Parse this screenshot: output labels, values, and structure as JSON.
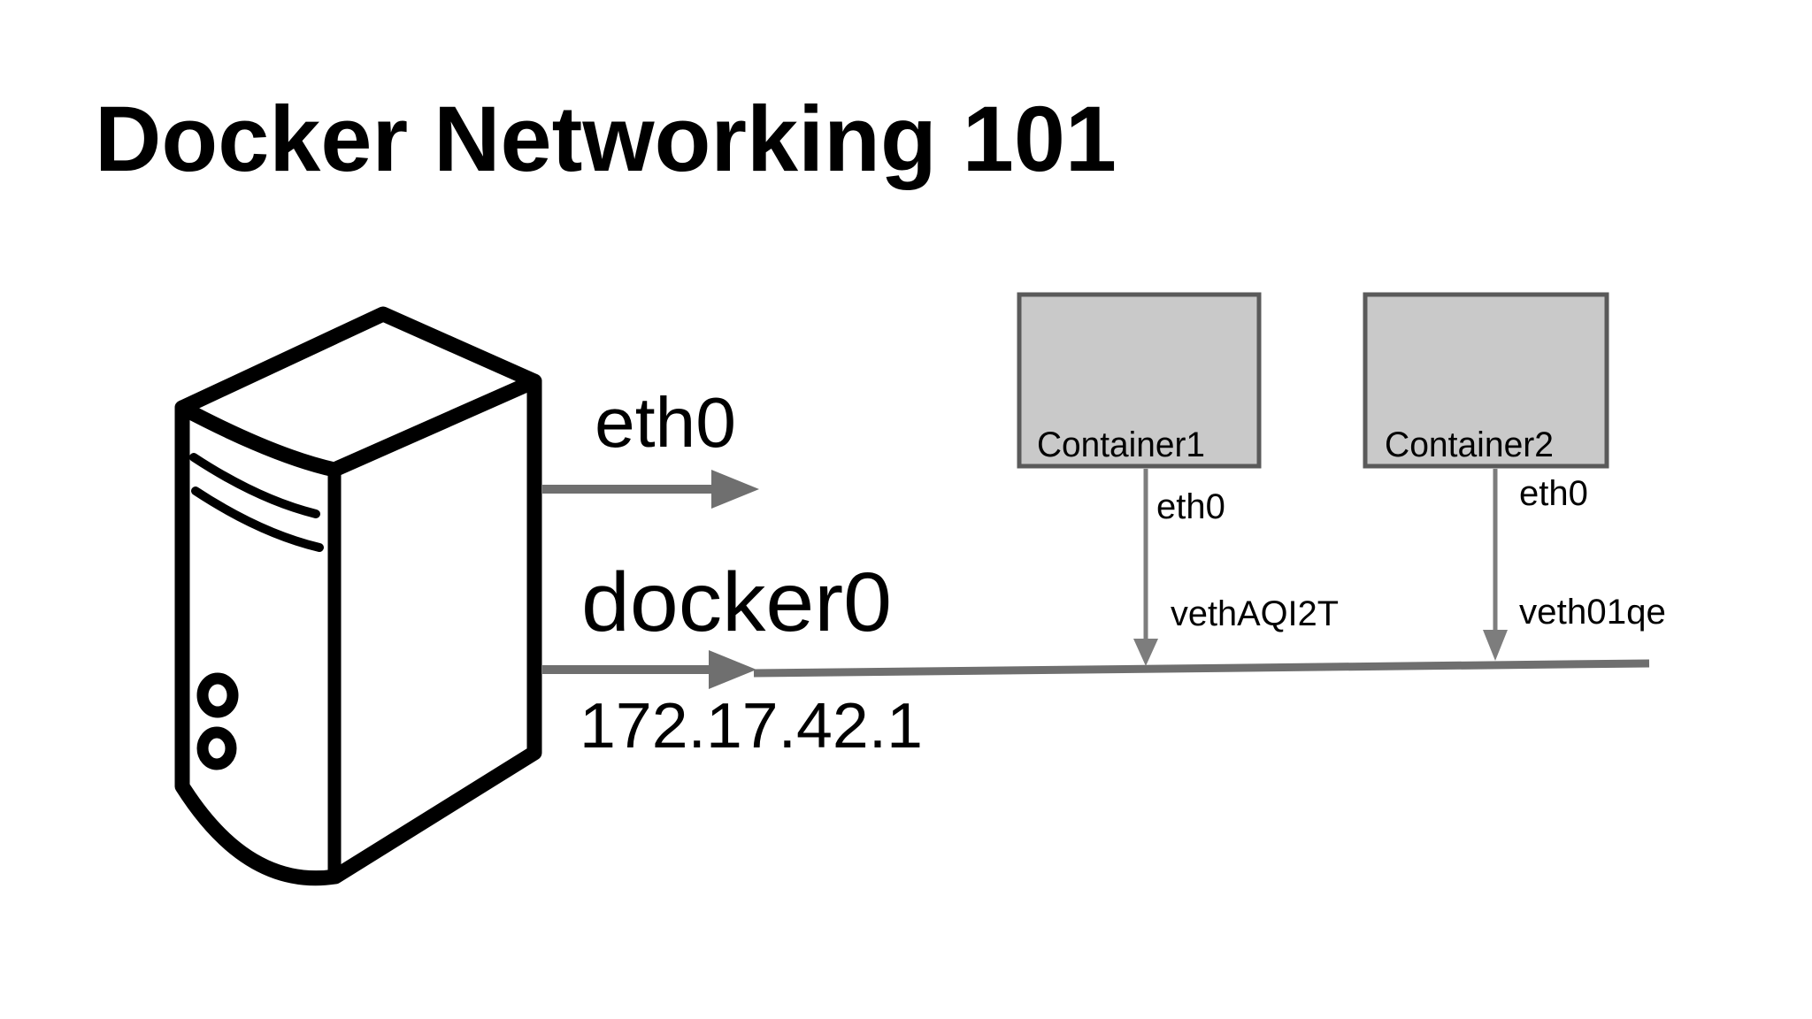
{
  "title": "Docker Networking 101",
  "colors": {
    "line_gray": "#6f6f6f",
    "drop_line_gray": "#7d7d7d",
    "container_fill": "#c9c9c9",
    "container_border": "#5a5a5a",
    "icon_stroke": "#000000",
    "background": "#ffffff"
  },
  "host": {
    "icon": "server-tower-icon",
    "interfaces": [
      {
        "name": "eth0"
      },
      {
        "name": "docker0",
        "ip": "172.17.42.1"
      }
    ]
  },
  "containers": [
    {
      "label": "Container1",
      "interface": "eth0",
      "veth": "vethAQI2T"
    },
    {
      "label": "Container2",
      "interface": "eth0",
      "veth": "veth01qe"
    }
  ]
}
